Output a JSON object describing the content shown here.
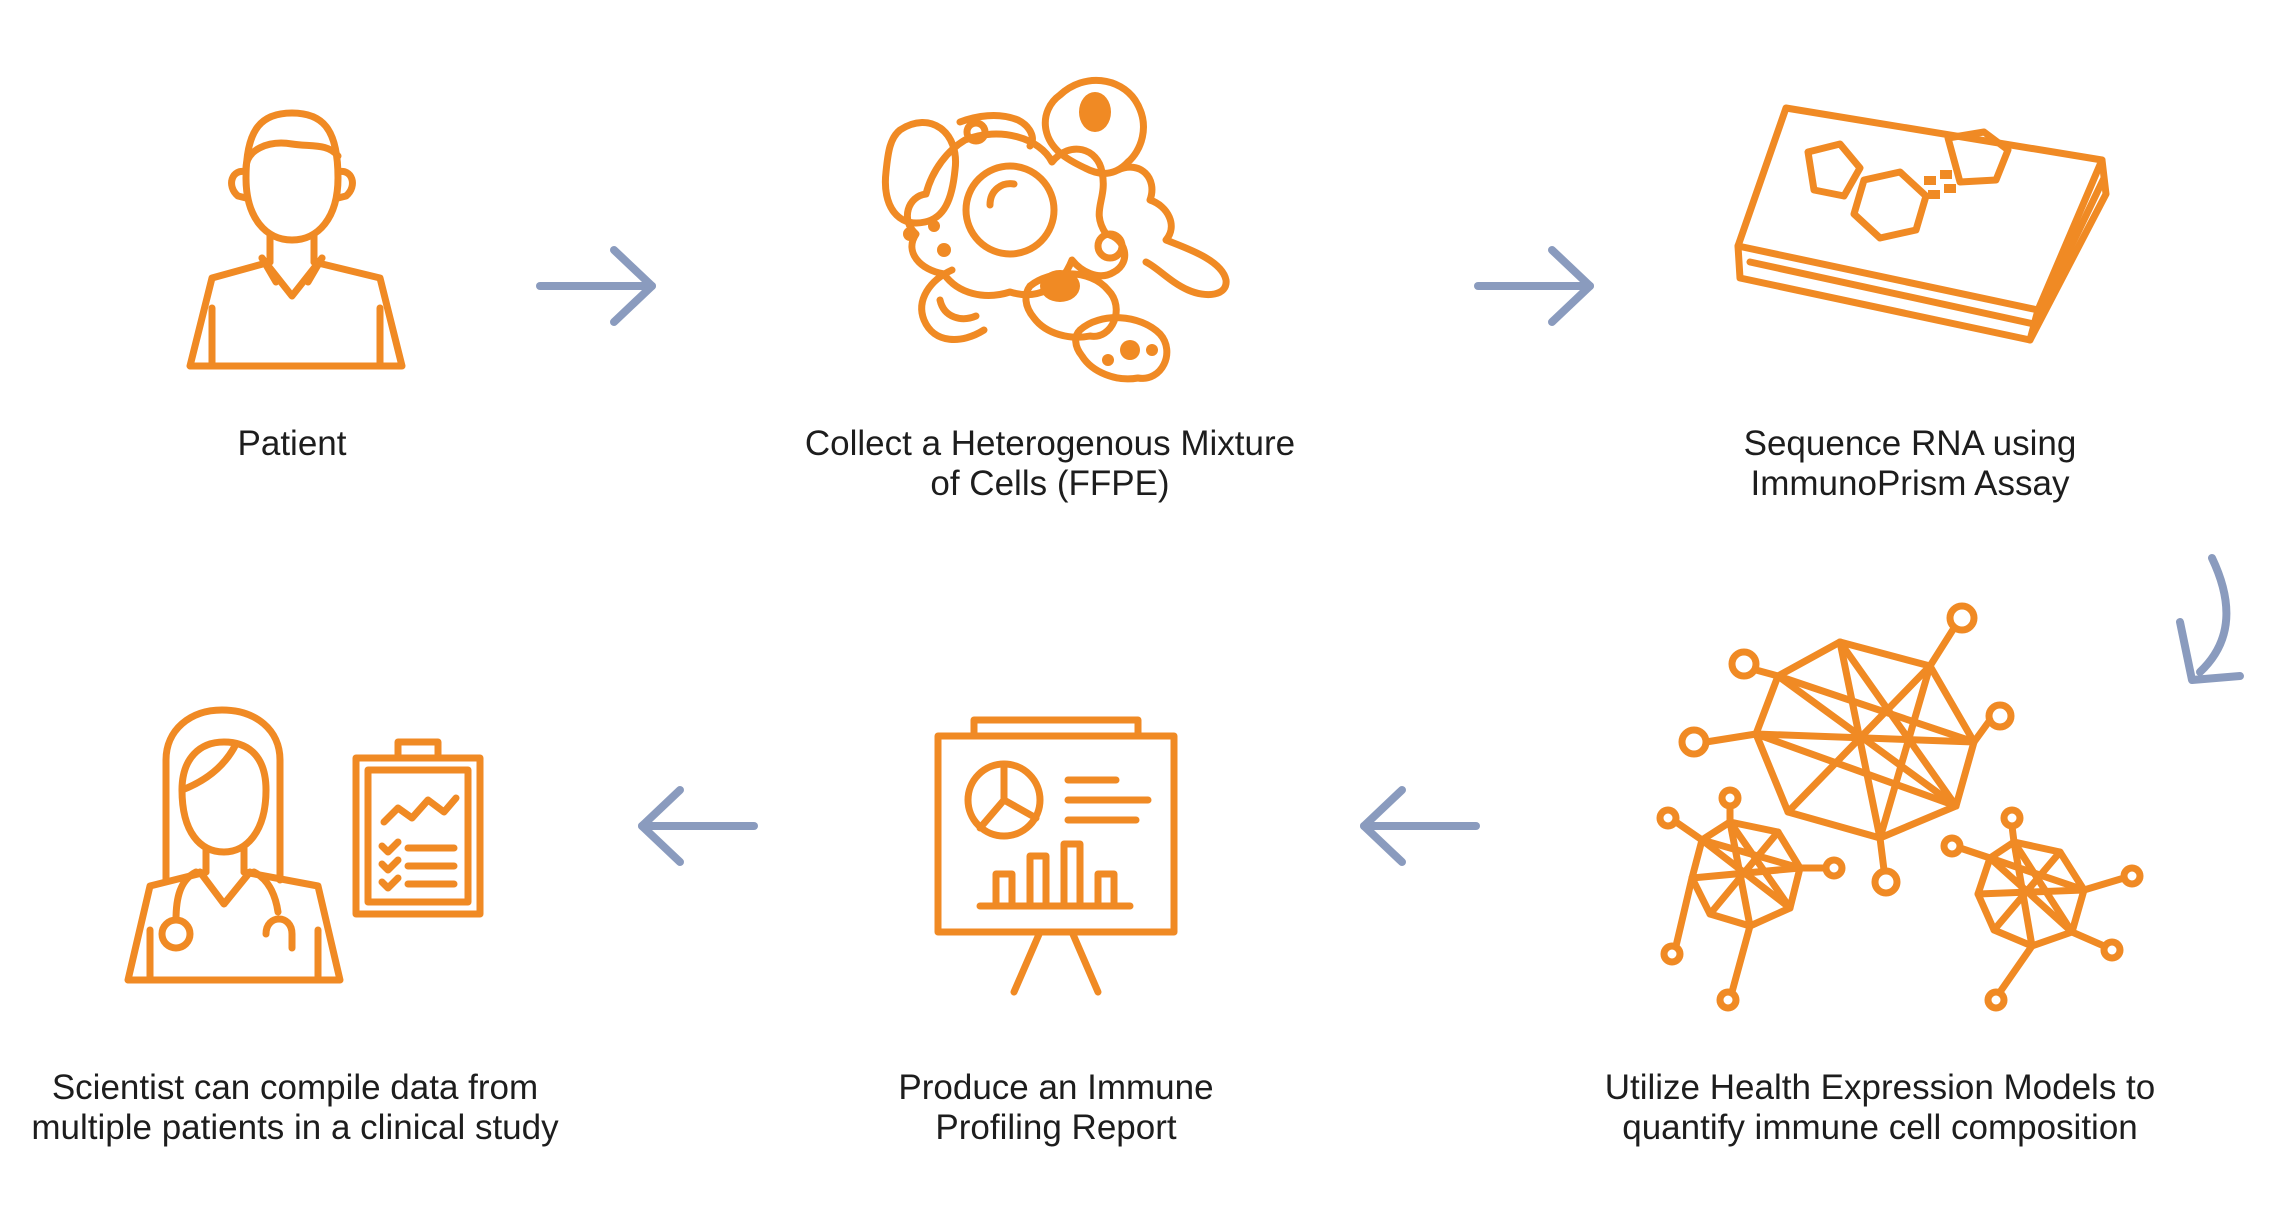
{
  "colors": {
    "icon": "#F08A24",
    "arrow": "#8A9BBE",
    "text": "#1d1d1d",
    "background": "#ffffff"
  },
  "steps": [
    {
      "id": "patient",
      "icon": "patient-icon",
      "lines": [
        "Patient"
      ]
    },
    {
      "id": "collect-cells",
      "icon": "cell-mixture-icon",
      "lines": [
        "Collect a Heterogenous Mixture",
        "of Cells (FFPE)"
      ]
    },
    {
      "id": "sequence-rna",
      "icon": "assay-chip-icon",
      "lines": [
        "Sequence RNA using",
        "ImmunoPrism Assay"
      ]
    },
    {
      "id": "health-models",
      "icon": "network-model-icon",
      "lines": [
        "Utilize Health Expression Models to",
        "quantify immune cell composition"
      ]
    },
    {
      "id": "immune-report",
      "icon": "presentation-report-icon",
      "lines": [
        "Produce an Immune",
        "Profiling Report"
      ]
    },
    {
      "id": "scientist",
      "icon": "scientist-icon",
      "lines": [
        "Scientist can compile data from",
        "multiple patients in a clinical study"
      ]
    }
  ]
}
